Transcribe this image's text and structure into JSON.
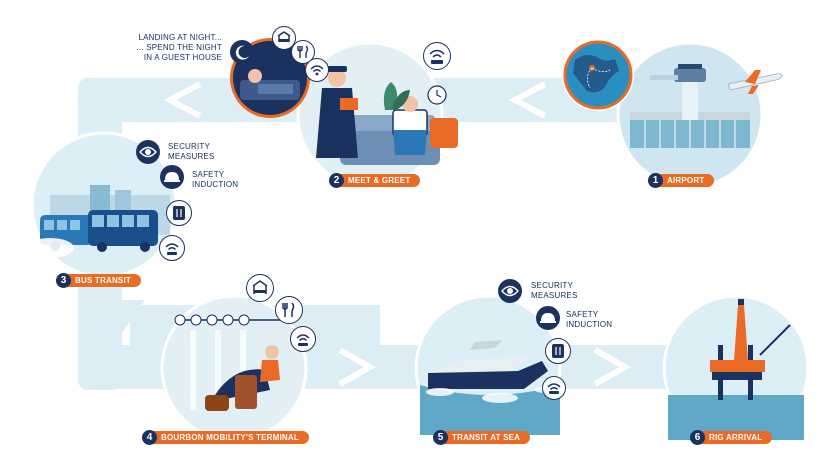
{
  "steps": [
    {
      "num": "1",
      "label": "AIRPORT"
    },
    {
      "num": "2",
      "label": "MEET & GREET"
    },
    {
      "num": "3",
      "label": "BUS TRANSIT"
    },
    {
      "num": "4",
      "label": "BOURBON MOBILITY'S TERMINAL"
    },
    {
      "num": "5",
      "label": "TRANSIT AT SEA"
    },
    {
      "num": "6",
      "label": "RIG ARRIVAL"
    }
  ],
  "notes": {
    "night_line1": "LANDING AT NIGHT...",
    "night_line2": "... SPEND THE NIGHT",
    "night_line3": "IN A GUEST HOUSE",
    "bus_security_1": "SECURITY",
    "bus_security_2": "MEASURES",
    "bus_safety_1": "SAFETY",
    "bus_safety_2": "INDUCTION",
    "sea_security_1": "SECURITY",
    "sea_security_2": "MEASURES",
    "sea_safety_1": "SAFETY",
    "sea_safety_2": "INDUCTION"
  },
  "icons": [
    "moon-icon",
    "bed-icon",
    "food-icon",
    "wifi-icon",
    "eye-icon",
    "helmet-icon",
    "clock-icon",
    "laptop-icon",
    "globe-icon",
    "airplane-icon"
  ],
  "colors": {
    "navy": "#1b3160",
    "orange": "#ea6b25",
    "path_light": "#dcedf5",
    "circle_bg": "#cfe6f1",
    "sea_blue": "#5fa8c8"
  }
}
